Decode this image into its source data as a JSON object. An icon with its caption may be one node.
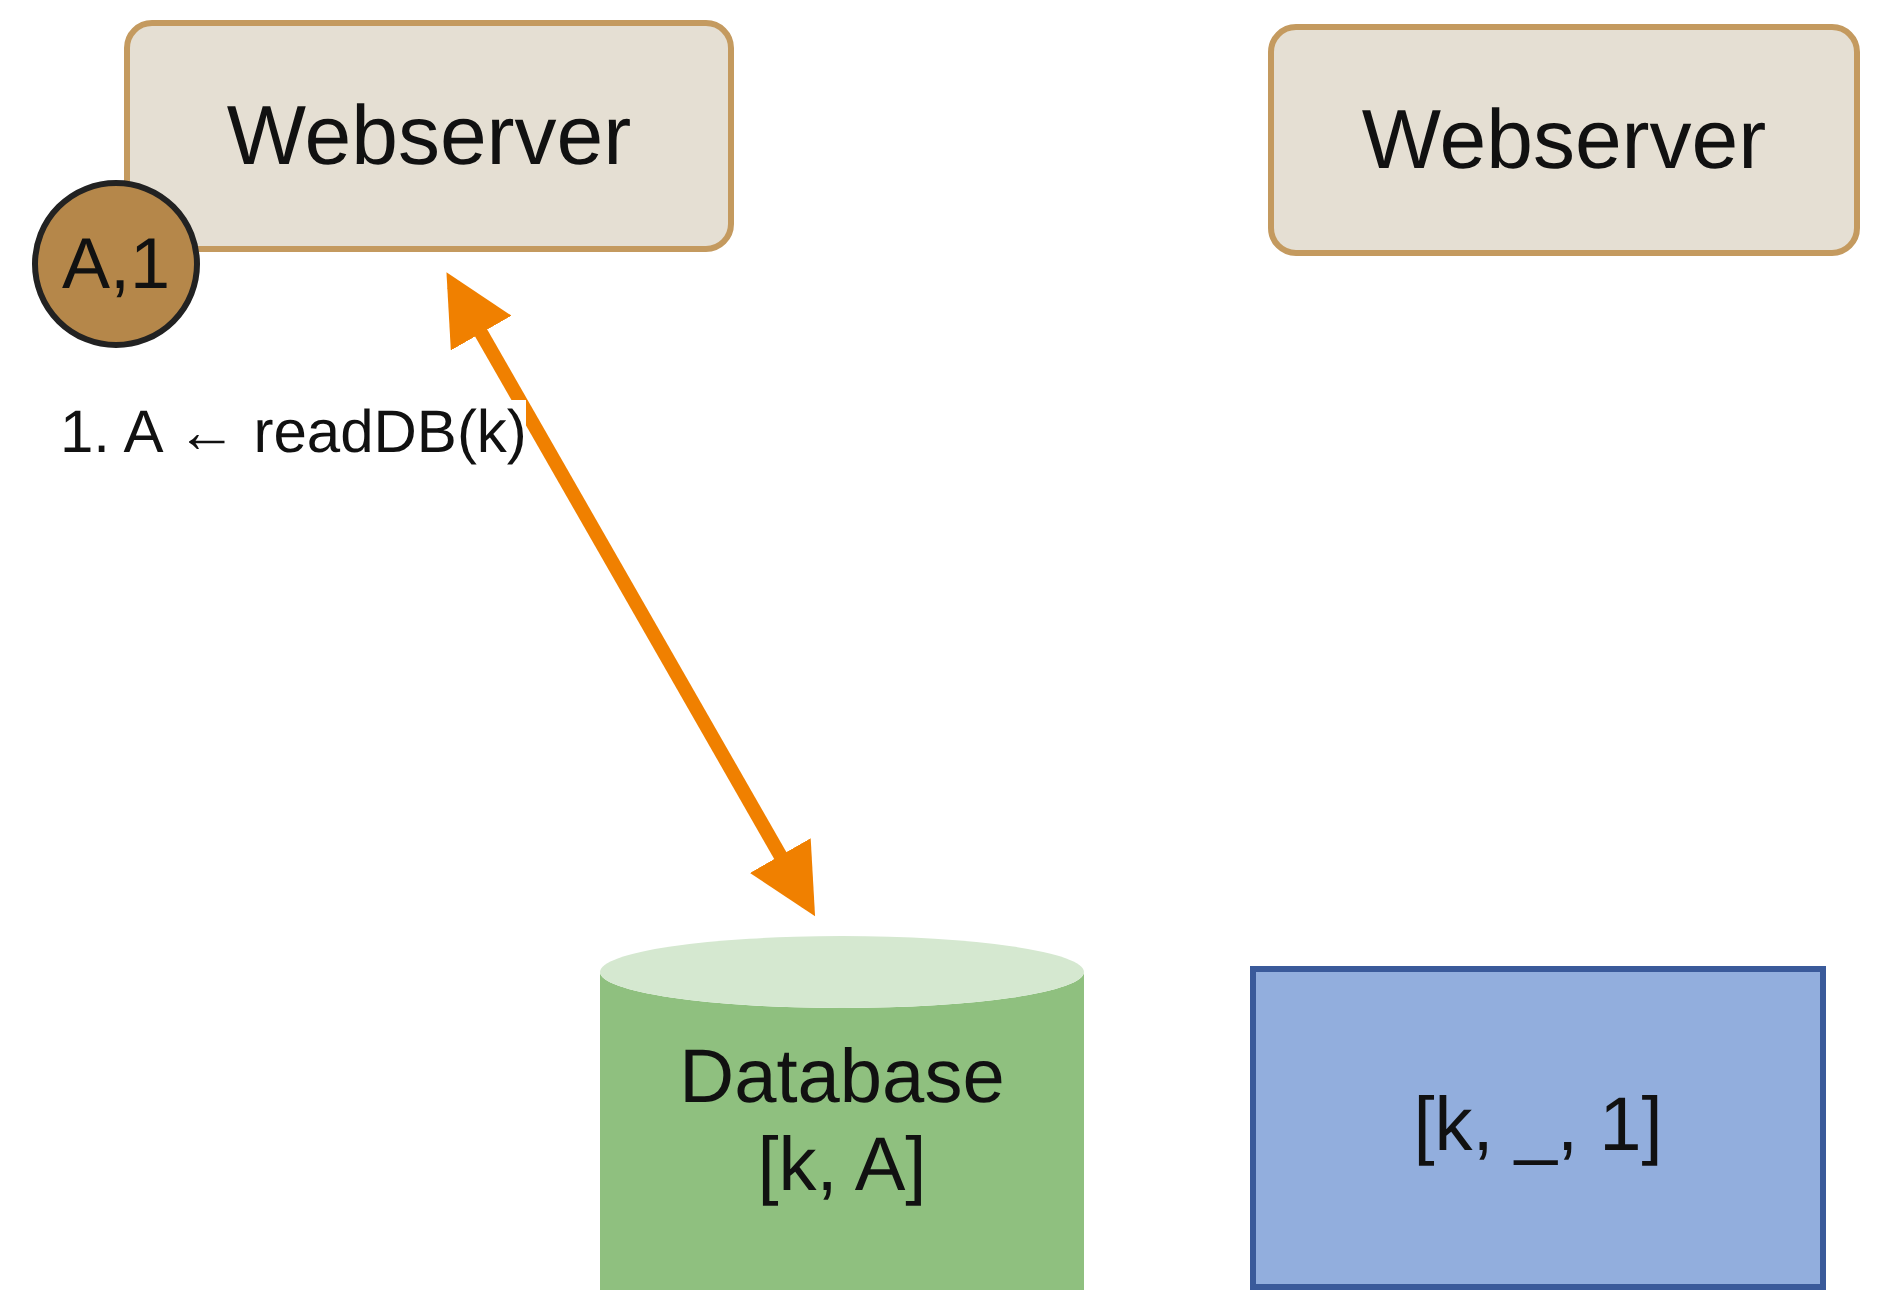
{
  "diagram": {
    "nodes": [
      {
        "text": [
          "Webserver"
        ]
      },
      {
        "text": [
          "A,1"
        ]
      },
      {
        "text": [
          "Webserver"
        ]
      },
      {
        "text": [
          "Database",
          "[k, A]"
        ]
      },
      {
        "text": [
          "[k, _, 1]"
        ]
      }
    ],
    "edges": [
      {
        "from": 0,
        "to": 3,
        "arrow": "both",
        "color": "#f08000"
      }
    ],
    "labels": [
      "1. A ← readDB(k)"
    ]
  }
}
